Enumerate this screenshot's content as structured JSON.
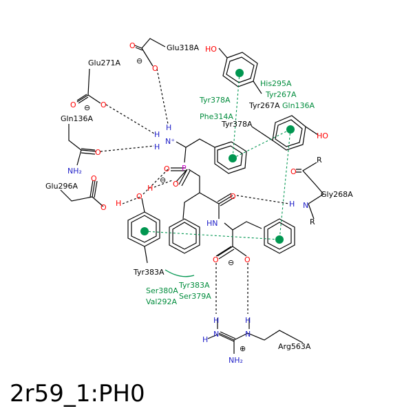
{
  "title": "2r59_1:PH0",
  "residues": {
    "glu318": "Glu318A",
    "glu271": "Glu271A",
    "gln136": "Gln136A",
    "glu296": "Glu296A",
    "tyr378_top": "Tyr378A",
    "tyr378_b": "Tyr378A",
    "phe314": "Phe314A",
    "his295": "His295A",
    "tyr267_g": "Tyr267A",
    "tyr267_b": "Tyr267A",
    "gln136_g": "Gln136A",
    "gly268": "Gly268A",
    "tyr383": "Tyr383A",
    "tyr383_g": "Tyr383A",
    "ser380": "Ser380A",
    "ser379": "Ser379A",
    "val292": "Val292A",
    "arg563": "Arg563A"
  },
  "atoms": {
    "o": "O",
    "ho": "HO",
    "h": "H",
    "nh_plus": "N⁺",
    "p": "P",
    "nh": "HN",
    "n": "N",
    "r": "R",
    "nh2": "NH₂",
    "minus": "⊖",
    "plus": "⊕"
  },
  "colors": {
    "oxygen": "#ff0000",
    "nitrogen": "#2020c8",
    "phosphorus": "#c800c8",
    "hydrophobic": "#008c3c",
    "pi_stack": "#009650"
  }
}
